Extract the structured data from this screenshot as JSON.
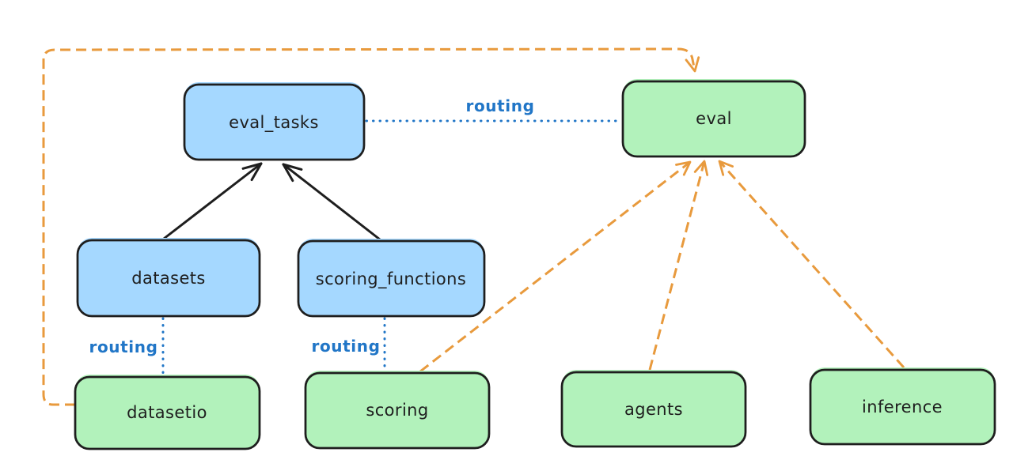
{
  "diagram": {
    "type": "architecture-diagram",
    "background": "#ffffff"
  },
  "colors": {
    "node_stroke": "#1e1e1e",
    "blue_fill": "#a5d8ff",
    "green_fill": "#b2f2bb",
    "routing_blue": "#2176c7",
    "orange": "#e89a3d",
    "black_line": "#1e1e1e",
    "text": "#1e1e1e"
  },
  "nodes": {
    "eval_tasks": {
      "label": "eval_tasks",
      "fill": "#a5d8ff"
    },
    "eval": {
      "label": "eval",
      "fill": "#b2f2bb"
    },
    "datasets": {
      "label": "datasets",
      "fill": "#a5d8ff"
    },
    "scoring_functions": {
      "label": "scoring_functions",
      "fill": "#a5d8ff"
    },
    "datasetio": {
      "label": "datasetio",
      "fill": "#b2f2bb"
    },
    "scoring": {
      "label": "scoring",
      "fill": "#b2f2bb"
    },
    "agents": {
      "label": "agents",
      "fill": "#b2f2bb"
    },
    "inference": {
      "label": "inference",
      "fill": "#b2f2bb"
    }
  },
  "edge_labels": {
    "eval_tasks_to_eval": "routing",
    "datasets_to_datasetio": "routing",
    "scoring_functions_to_scoring": "routing"
  },
  "edges": [
    {
      "from": "datasets",
      "to": "eval_tasks",
      "style": "solid",
      "color": "#1e1e1e",
      "arrow": true
    },
    {
      "from": "scoring_functions",
      "to": "eval_tasks",
      "style": "solid",
      "color": "#1e1e1e",
      "arrow": true
    },
    {
      "from": "eval_tasks",
      "to": "eval",
      "style": "dotted",
      "color": "#2176c7",
      "arrow": false,
      "label": "routing"
    },
    {
      "from": "datasets",
      "to": "datasetio",
      "style": "dotted",
      "color": "#2176c7",
      "arrow": false,
      "label": "routing"
    },
    {
      "from": "scoring_functions",
      "to": "scoring",
      "style": "dotted",
      "color": "#2176c7",
      "arrow": false,
      "label": "routing"
    },
    {
      "from": "datasetio",
      "to": "eval",
      "style": "dashed",
      "color": "#e89a3d",
      "arrow": true
    },
    {
      "from": "scoring",
      "to": "eval",
      "style": "dashed",
      "color": "#e89a3d",
      "arrow": true
    },
    {
      "from": "agents",
      "to": "eval",
      "style": "dashed",
      "color": "#e89a3d",
      "arrow": true
    },
    {
      "from": "inference",
      "to": "eval",
      "style": "dashed",
      "color": "#e89a3d",
      "arrow": true
    }
  ]
}
